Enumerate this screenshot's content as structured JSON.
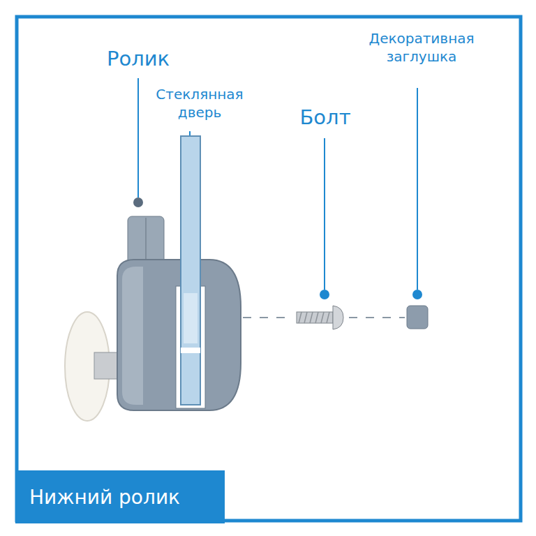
{
  "diagram": {
    "nodes": [
      {
        "text": [
          "Нижний ролик"
        ]
      }
    ],
    "labels": [
      "Ролик",
      "Стеклянная дверь",
      "Болт",
      "Декоративная заглушка"
    ]
  }
}
